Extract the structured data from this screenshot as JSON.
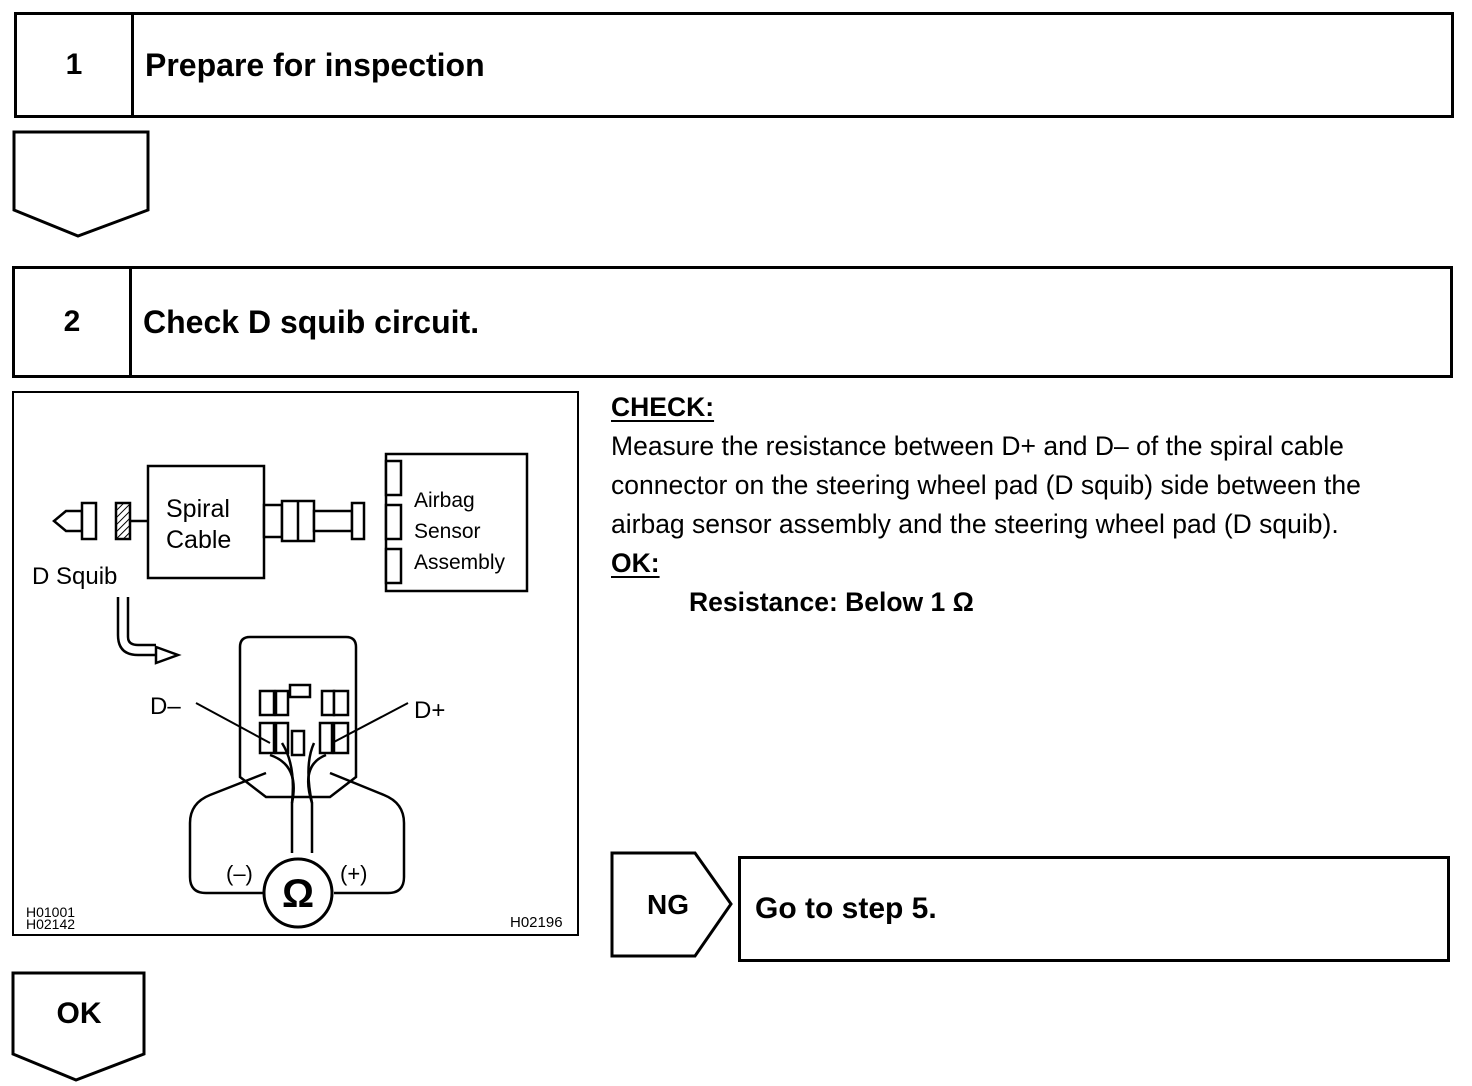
{
  "steps": [
    {
      "number": "1",
      "title": "Prepare for inspection"
    },
    {
      "number": "2",
      "title": "Check D squib circuit."
    }
  ],
  "figure": {
    "labels": {
      "spiral": "Spiral",
      "cable": "Cable",
      "airbag": "Airbag",
      "sensor": "Sensor",
      "assembly": "Assembly",
      "d_squib": "D Squib",
      "d_minus": "D–",
      "d_plus": "D+",
      "neg": "(–)",
      "pos": "(+)",
      "ohm": "Ω",
      "code_left_1": "H01001",
      "code_left_2": "H02142",
      "code_right": "H02196"
    }
  },
  "check": {
    "heading": "CHECK:",
    "line1": "Measure the resistance between D+ and D– of the spiral cable",
    "line2": "connector on the steering wheel pad (D squib) side between the",
    "line3": "airbag sensor assembly and the steering wheel pad (D squib).",
    "ok_heading": "OK:",
    "spec": "Resistance: Below 1 Ω"
  },
  "ng_branch": {
    "label": "NG",
    "action": "Go to step 5."
  },
  "ok_branch": {
    "label": "OK"
  }
}
